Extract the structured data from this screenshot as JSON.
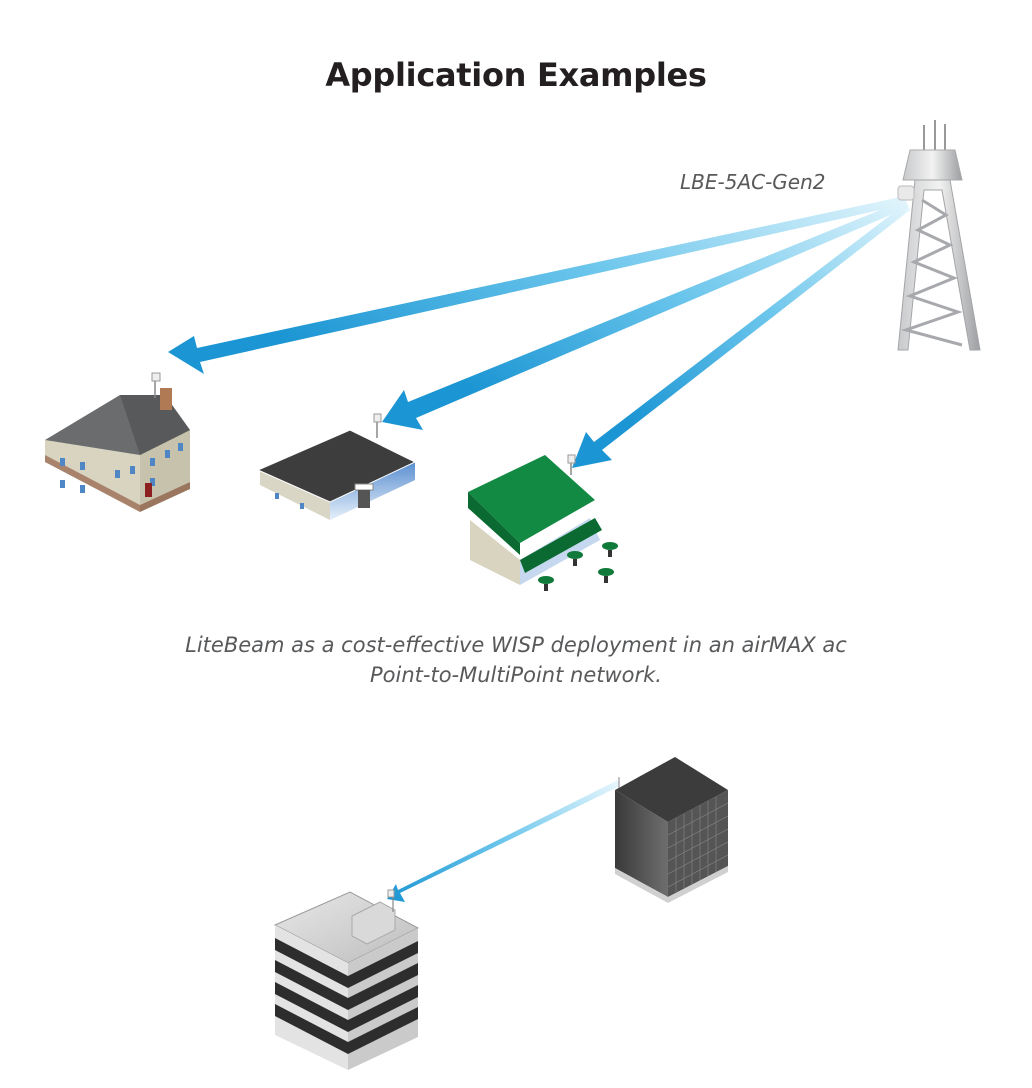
{
  "title": "Application Examples",
  "ptmp_example": {
    "device_label": "LBE-5AC-Gen2",
    "caption_line1": "LiteBeam as a cost-effective WISP deployment in an airMAX ac",
    "caption_line2": "Point-to-MultiPoint network.",
    "icons": [
      "tower-icon",
      "house-icon",
      "office-icon",
      "cafe-icon",
      "link-arrow-icon"
    ]
  },
  "ptp_example": {
    "icons": [
      "high-rise-building-icon",
      "dark-building-icon",
      "link-arrow-icon"
    ]
  },
  "colors": {
    "beam_dark": "#1e9ad6",
    "beam_light": "#d9f1fb",
    "text": "#231f20",
    "caption": "#58595b"
  }
}
